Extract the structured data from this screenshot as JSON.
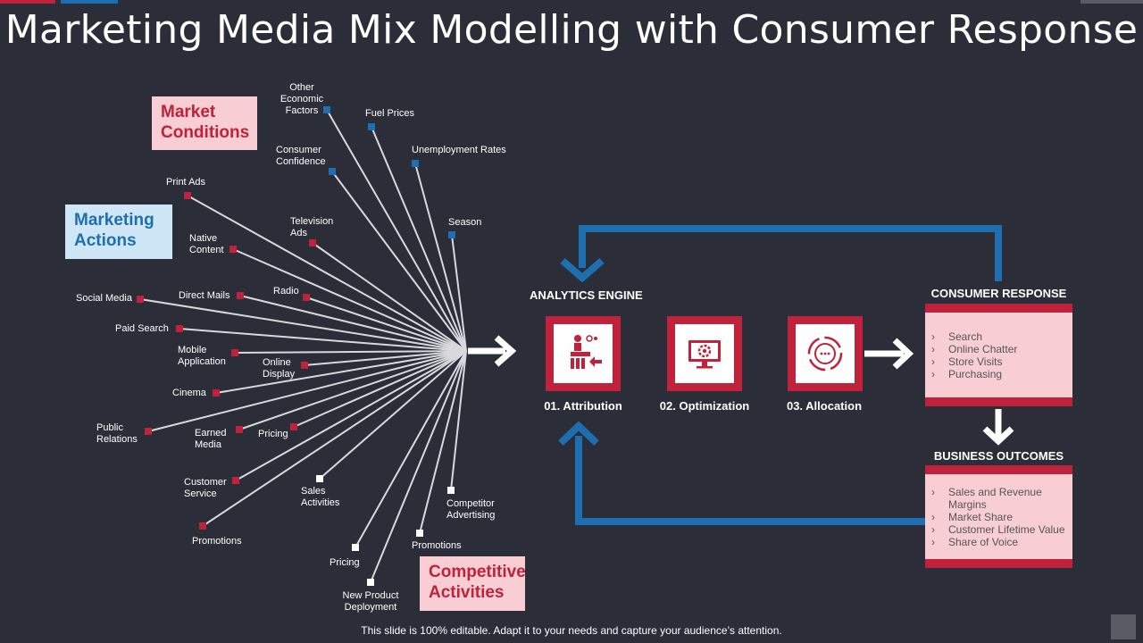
{
  "title": "Marketing Media Mix Modelling with Consumer Response",
  "colors": {
    "background": "#2b2d38",
    "accent_red": "#c0213b",
    "accent_blue": "#1f6fb0",
    "light_red": "#f8cdd4",
    "light_blue": "#cfe6f7",
    "white": "#ffffff"
  },
  "categories": {
    "market_conditions": "Market\nConditions",
    "marketing_actions": "Marketing\nActions",
    "competitive_activities": "Competitive\nActivities"
  },
  "market_nodes": [
    "Other\nEconomic\nFactors",
    "Fuel Prices",
    "Consumer\nConfidence",
    "Unemployment  Rates",
    "Season"
  ],
  "marketing_nodes": [
    "Print Ads",
    "Television\nAds",
    "Native\nContent",
    "Social Media",
    "Direct Mails",
    "Radio",
    "Paid Search",
    "Mobile\nApplication",
    "Online\nDisplay",
    "Cinema",
    "Public\nRelations",
    "Earned\nMedia",
    "Pricing",
    "Customer\nService",
    "Promotions"
  ],
  "competitive_nodes": [
    "Sales\nActivities",
    "Competitor\nAdvertising",
    "Promotions",
    "Pricing",
    "New Product\nDeployment"
  ],
  "analytics": {
    "heading": "ANALYTICS ENGINE",
    "steps": [
      {
        "label": "01. Attribution",
        "icon": "attribution-icon"
      },
      {
        "label": "02. Optimization",
        "icon": "monitor-gear-icon"
      },
      {
        "label": "03. Allocation",
        "icon": "cycle-icon"
      }
    ]
  },
  "consumer_response": {
    "heading": "CONSUMER RESPONSE",
    "items": [
      "Search",
      "Online Chatter",
      "Store Visits",
      "Purchasing"
    ]
  },
  "business_outcomes": {
    "heading": "BUSINESS OUTCOMES",
    "items": [
      "Sales and Revenue\nMargins",
      "Market Share",
      "Customer Lifetime Value",
      "Share of Voice"
    ]
  },
  "bullet": "›",
  "footer": "This slide is 100% editable. Adapt it to your needs and capture your audience’s attention."
}
